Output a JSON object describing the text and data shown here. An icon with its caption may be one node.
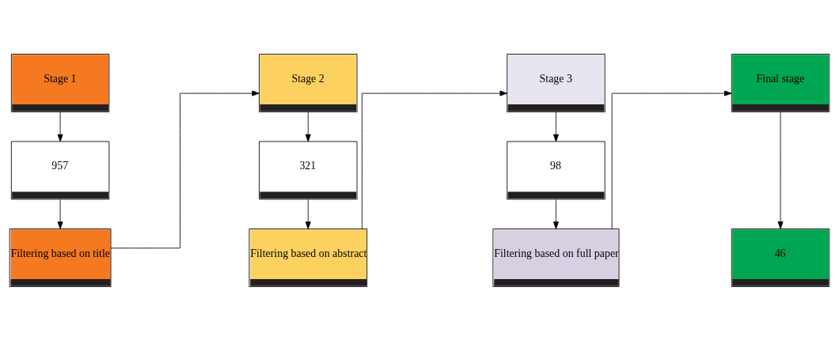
{
  "diagram": {
    "nodes": [
      {
        "text": [
          "Stage 1"
        ]
      },
      {
        "text": [
          "957"
        ]
      },
      {
        "text": [
          "Filtering based on title"
        ]
      },
      {
        "text": [
          "Stage 2"
        ]
      },
      {
        "text": [
          "321"
        ]
      },
      {
        "text": [
          "Filtering based on abstract"
        ]
      },
      {
        "text": [
          "Stage 3"
        ]
      },
      {
        "text": [
          "98"
        ]
      },
      {
        "text": [
          "Filtering based on full paper"
        ]
      },
      {
        "text": [
          "Final stage"
        ]
      },
      {
        "text": [
          "46"
        ]
      }
    ],
    "edges": [
      {
        "from": 0,
        "to": 1,
        "arrow": "to"
      },
      {
        "from": 1,
        "to": 2,
        "arrow": "to"
      },
      {
        "from": 2,
        "to": 3,
        "arrow": "to"
      },
      {
        "from": 3,
        "to": 4,
        "arrow": "to"
      },
      {
        "from": 4,
        "to": 5,
        "arrow": "to"
      },
      {
        "from": 5,
        "to": 6,
        "arrow": "to"
      },
      {
        "from": 6,
        "to": 7,
        "arrow": "to"
      },
      {
        "from": 7,
        "to": 8,
        "arrow": "to"
      },
      {
        "from": 8,
        "to": 9,
        "arrow": "to"
      },
      {
        "from": 9,
        "to": 10,
        "arrow": "to"
      }
    ]
  }
}
